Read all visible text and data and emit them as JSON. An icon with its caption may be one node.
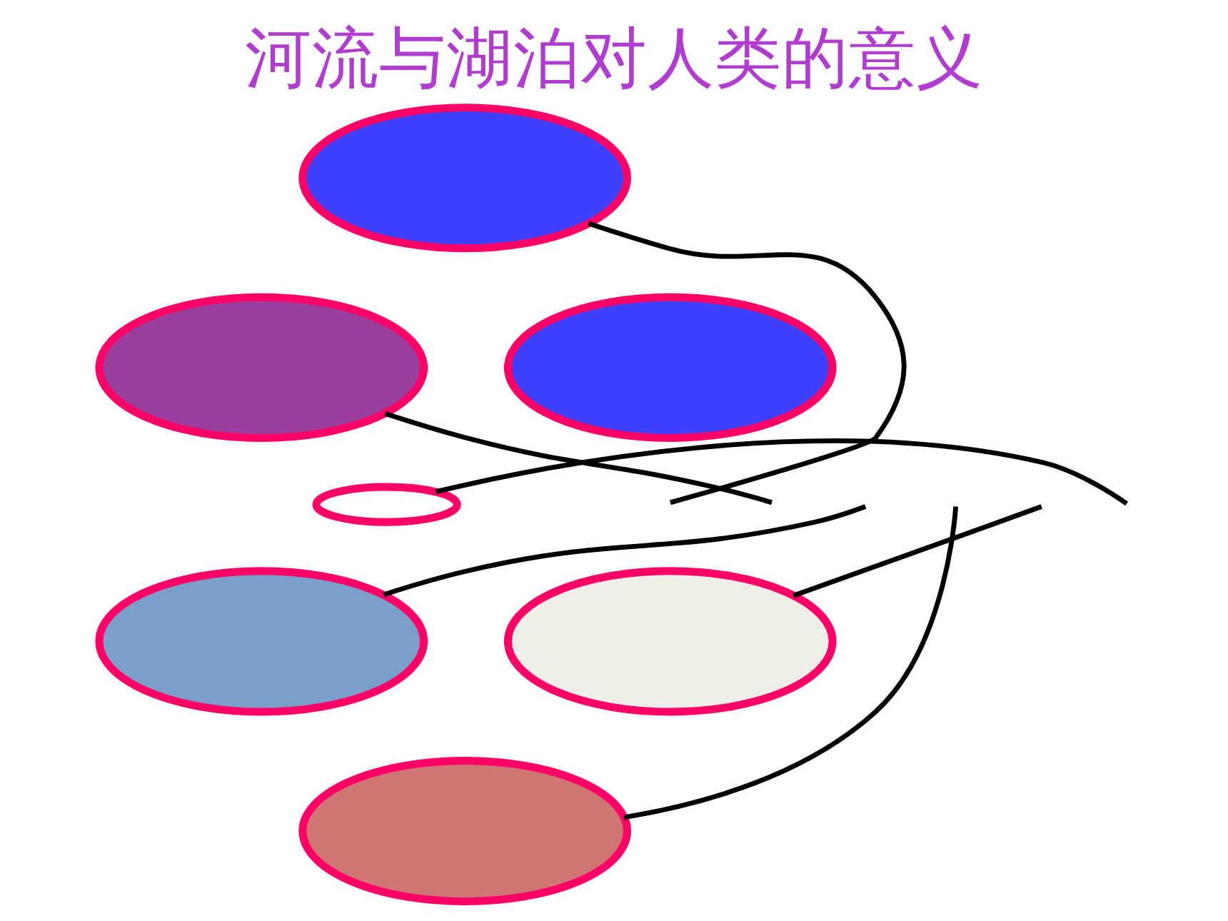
{
  "diagram": {
    "title": "河流与湖泊对人类的意义",
    "nodes": [
      {
        "text": [],
        "shape": "ellipse"
      },
      {
        "text": [],
        "shape": "ellipse"
      },
      {
        "text": [],
        "shape": "ellipse"
      },
      {
        "text": [],
        "shape": "ellipse"
      },
      {
        "text": [],
        "shape": "ellipse"
      },
      {
        "text": [],
        "shape": "ellipse"
      },
      {
        "text": [],
        "shape": "ellipse"
      }
    ],
    "edges": [
      {
        "from": 0,
        "to": null,
        "arrow": "none"
      },
      {
        "from": 2,
        "to": null,
        "arrow": "none"
      },
      {
        "from": 3,
        "to": null,
        "arrow": "none"
      },
      {
        "from": 4,
        "to": null,
        "arrow": "none"
      },
      {
        "from": 5,
        "to": null,
        "arrow": "none"
      },
      {
        "from": 6,
        "to": null,
        "arrow": "none"
      }
    ]
  }
}
